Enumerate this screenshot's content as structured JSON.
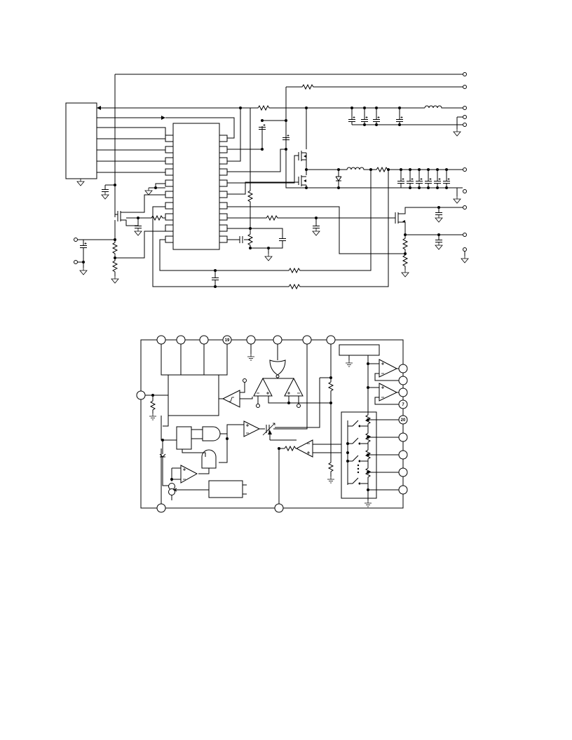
{
  "diagrams": [
    {
      "name": "typical-application-circuit",
      "labels": []
    },
    {
      "name": "functional-block-diagram",
      "pin_labels": [
        "19",
        "7",
        "20"
      ]
    }
  ]
}
